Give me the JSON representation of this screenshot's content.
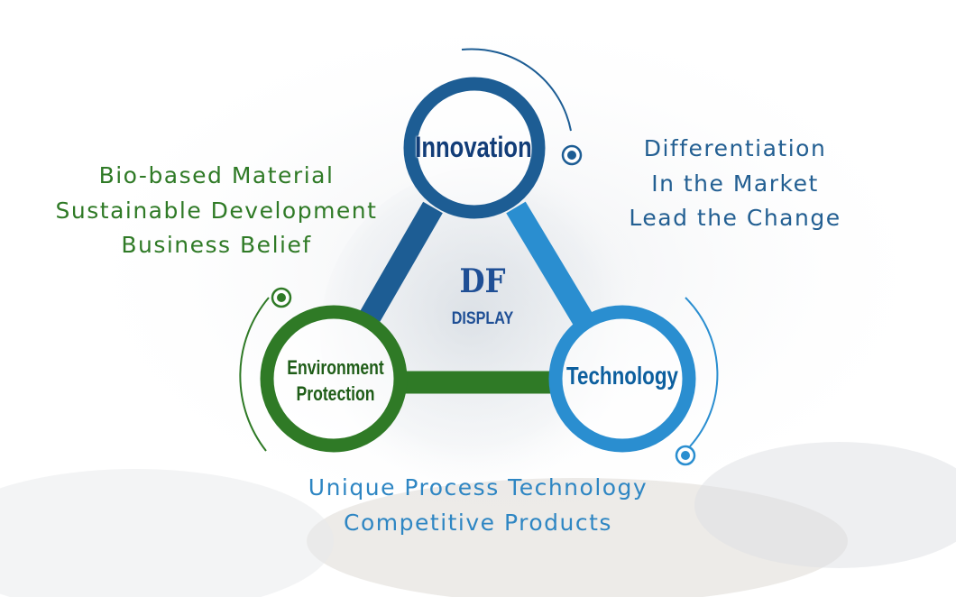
{
  "nodes": {
    "innovation": {
      "label": "Innovation",
      "color": "#1d5d94"
    },
    "technology": {
      "label": "Technology",
      "color": "#2a8ed0"
    },
    "environment": {
      "label_line1": "Environment",
      "label_line2": "Protection",
      "color": "#2f7a26"
    }
  },
  "logo": {
    "main": "DF",
    "sub": "DISPLAY"
  },
  "text_blocks": {
    "top_left": {
      "lines": [
        "Bio-based Material",
        "Sustainable Development",
        "Business Belief"
      ],
      "color": "#2f7a26"
    },
    "top_right": {
      "lines": [
        "Differentiation",
        "In the Market",
        "Lead the Change"
      ],
      "color": "#235f92"
    },
    "bottom": {
      "lines": [
        "Unique Process Technology",
        "Competitive Products"
      ],
      "color": "#2e86c3"
    }
  }
}
